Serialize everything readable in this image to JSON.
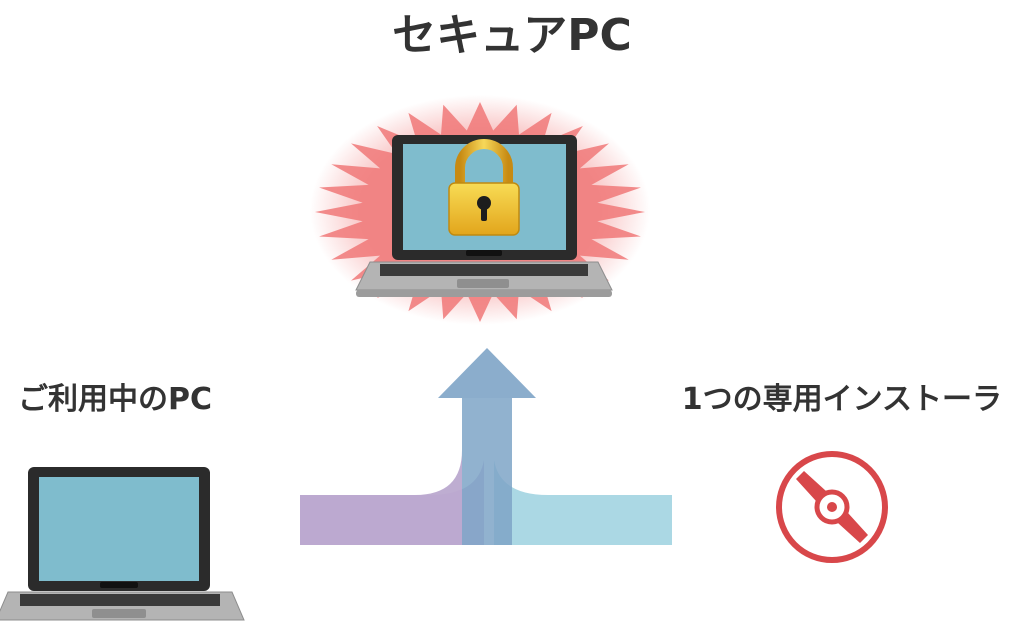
{
  "title": "セキュアPC",
  "source_left": {
    "label": "ご利用中のPC"
  },
  "source_right": {
    "label": "1つの専用インストーラ"
  },
  "icons": {
    "secure_laptop": "laptop-icon",
    "lock": "padlock-icon",
    "alert_burst": "starburst-icon",
    "current_laptop": "laptop-icon",
    "installer_disc": "disc-icon",
    "merge_arrow": "merge-arrow-icon"
  },
  "colors": {
    "title_text": "#333333",
    "burst": "#f07878",
    "screen": "#7fbccd",
    "laptop_body": "#a9a9a9",
    "lock_gold": "#f2c230",
    "disc": "#d8474a",
    "arrow_left": "#bba9cf",
    "arrow_right": "#a7d6e3",
    "arrow_up": "#7ea4c7"
  }
}
